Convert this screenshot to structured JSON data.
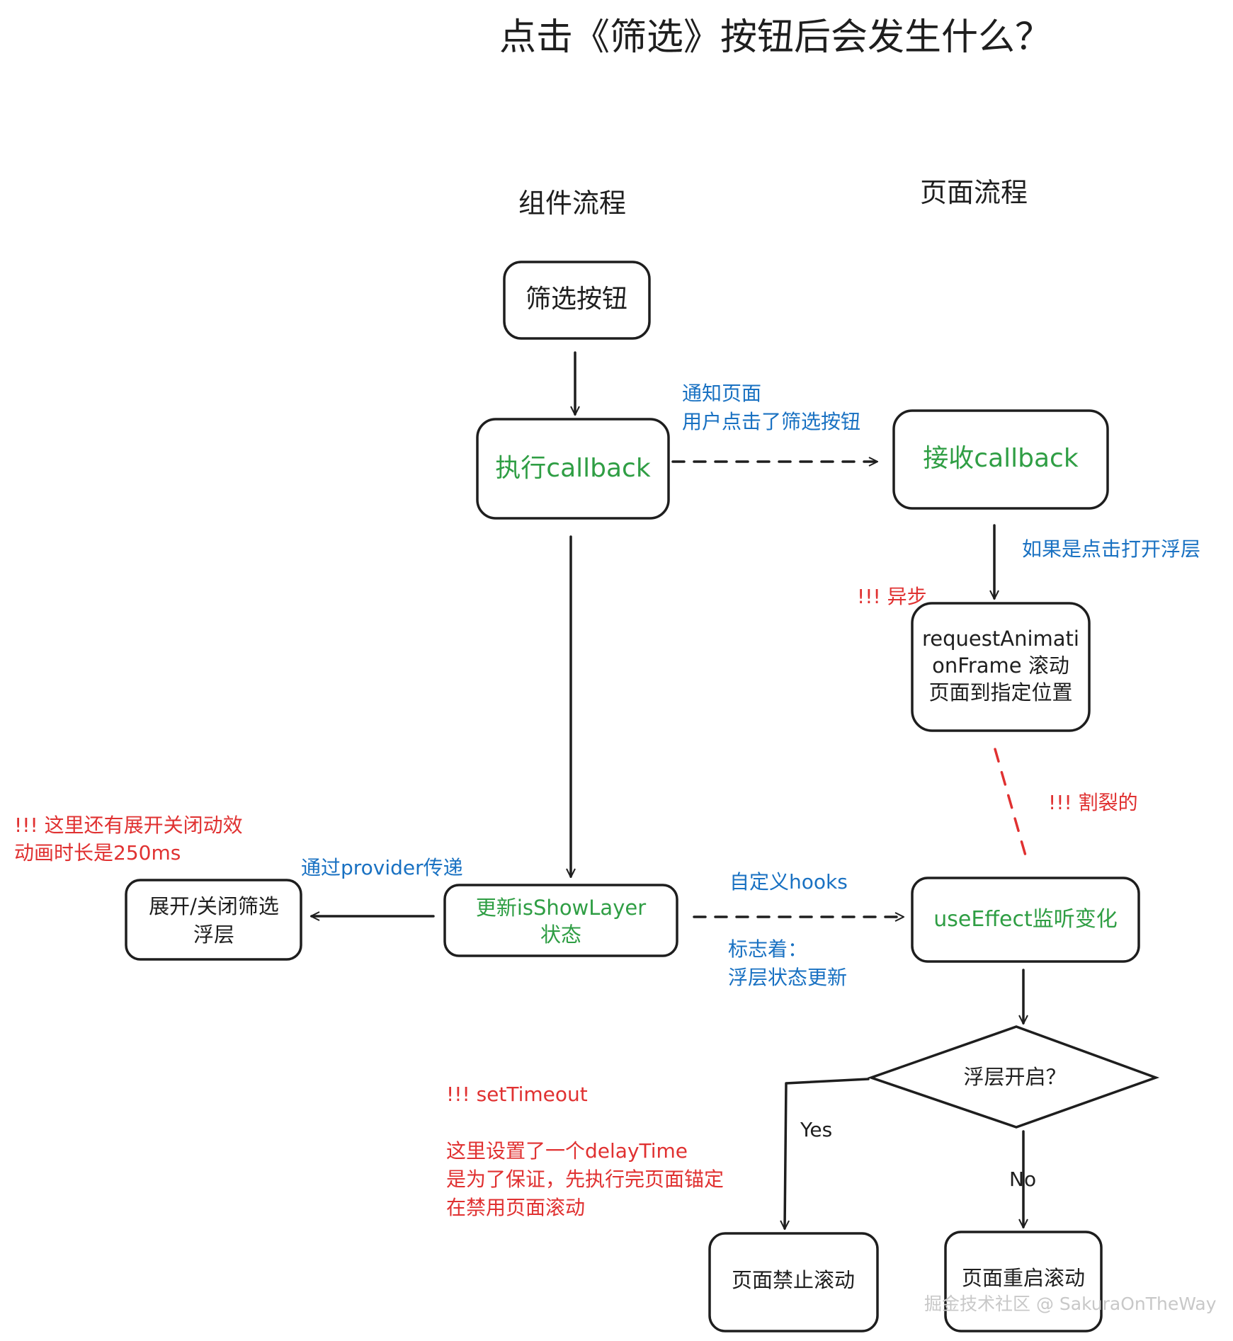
{
  "title": "点击《筛选》按钮后会发生什么？",
  "lanes": {
    "component": "组件流程",
    "page": "页面流程"
  },
  "nodes": {
    "filter_button": "筛选按钮",
    "exec_callback": "执行callback",
    "receive_callback": "接收callback",
    "raf_lines": [
      "requestAnimati",
      "onFrame 滚动",
      "页面到指定位置"
    ],
    "update_state_lines": [
      "更新isShowLayer",
      "状态"
    ],
    "toggle_layer_lines": [
      "展开/关闭筛选",
      "浮层"
    ],
    "use_effect": "useEffect监听变化",
    "decision": "浮层开启？",
    "disable_scroll": "页面禁止滚动",
    "enable_scroll": "页面重启滚动"
  },
  "labels": {
    "notify_lines": [
      "通知页面",
      "用户点击了筛选按钮"
    ],
    "if_open": "如果是点击打开浮层",
    "async": "!!! 异步",
    "split": "!!! 割裂的",
    "animation_note_lines": [
      "!!! 这里还有展开关闭动效",
      "动画时长是250ms"
    ],
    "via_provider": "通过provider传递",
    "custom_hooks": "自定义hooks",
    "marks_lines": [
      "标志着：",
      "浮层状态更新"
    ],
    "yes": "Yes",
    "no": "No",
    "settimeout": "!!! setTimeout",
    "settimeout_note_lines": [
      "这里设置了一个delayTime",
      "是为了保证，先执行完页面锚定",
      "在禁用页面滚动"
    ]
  },
  "watermark": "掘金技术社区 @ SakuraOnTheWay",
  "colors": {
    "green": "#2f9e44",
    "blue": "#1971c2",
    "red": "#e03131",
    "stroke": "#1e1e1e"
  }
}
